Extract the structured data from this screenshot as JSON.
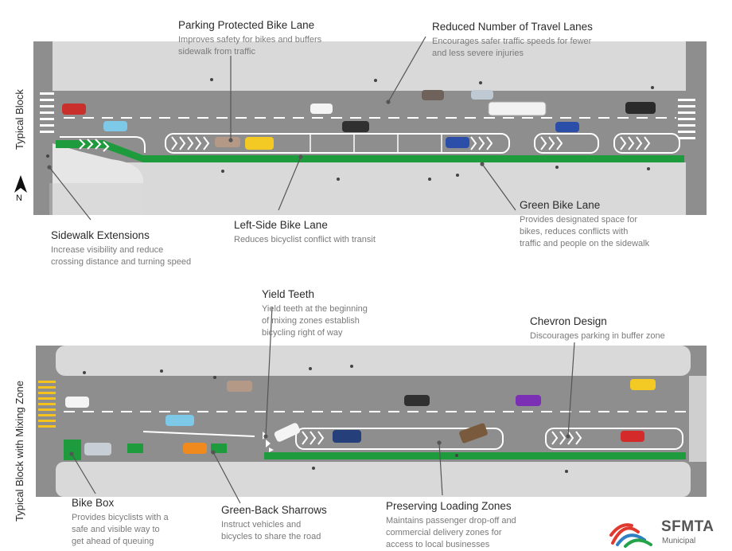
{
  "sections": {
    "top": "Typical Block",
    "bottom": "Typical Block with Mixing Zone"
  },
  "labels": {
    "parking_protected": {
      "title": "Parking Protected Bike Lane",
      "desc": [
        "Improves safety for bikes and buffers",
        "sidewalk from traffic"
      ]
    },
    "reduced_lanes": {
      "title": "Reduced Number of Travel Lanes",
      "desc": [
        "Encourages safer traffic speeds for fewer",
        "and less severe injuries"
      ]
    },
    "sidewalk_ext": {
      "title": "Sidewalk Extensions",
      "desc": [
        "Increase visibility and reduce",
        "crossing distance and turning speed"
      ]
    },
    "left_side": {
      "title": "Left-Side Bike Lane",
      "desc": [
        "Reduces bicyclist conflict with transit"
      ]
    },
    "green_lane": {
      "title": "Green Bike Lane",
      "desc": [
        "Provides designated space for",
        "bikes, reduces conflicts with",
        "traffic and people on the sidewalk"
      ]
    },
    "yield_teeth": {
      "title": "Yield Teeth",
      "desc": [
        "Yield teeth at the beginning",
        "of mixing zones establish",
        "bicycling right of way"
      ]
    },
    "chevron": {
      "title": "Chevron Design",
      "desc": [
        "Discourages parking in buffer zone"
      ]
    },
    "bike_box": {
      "title": "Bike Box",
      "desc": [
        "Provides bicyclists with a",
        "safe and visible way to",
        "get ahead of queuing"
      ]
    },
    "sharrows": {
      "title": "Green-Back Sharrows",
      "desc": [
        "Instruct vehicles and",
        "bicycles to share the road"
      ]
    },
    "loading": {
      "title": "Preserving Loading Zones",
      "desc": [
        "Maintains passenger drop-off and",
        "commercial delivery zones for",
        "access to local businesses"
      ]
    }
  },
  "logo": {
    "name": "SFMTA",
    "sub": "Municipal"
  },
  "colors": {
    "road": "#8e8e8e",
    "sidewalk": "#d9d9d9",
    "bike_lane": "#1e9b3c",
    "marking": "#ffffff",
    "crosswalk_yellow": "#f6c21c",
    "leader": "#555555"
  },
  "north_icon": "compass-n-icon"
}
